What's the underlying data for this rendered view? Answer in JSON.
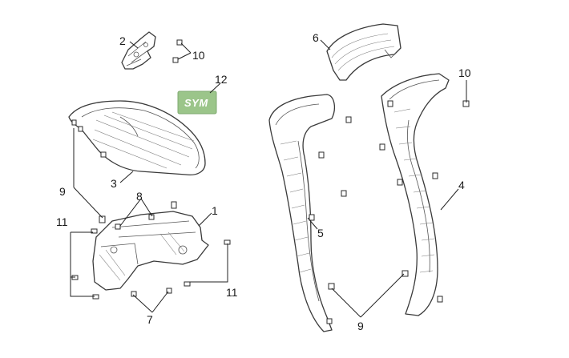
{
  "callouts": {
    "c1": "1",
    "c2": "2",
    "c3": "3",
    "c4": "4",
    "c5": "5",
    "c6": "6",
    "c7": "7",
    "c8": "8",
    "c9_left": "9",
    "c9_right": "9",
    "c10_top": "10",
    "c10_right": "10",
    "c11_left": "11",
    "c11_right": "11",
    "c12": "12"
  },
  "logo": {
    "text": "SYM",
    "color": "#9bc58a"
  },
  "colors": {
    "line": "#3a3a3a",
    "text": "#1a1a1a",
    "background": "#ffffff"
  }
}
